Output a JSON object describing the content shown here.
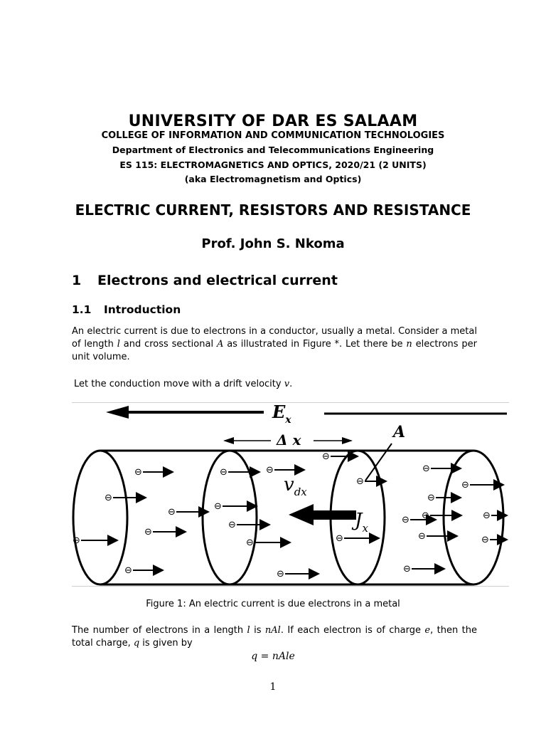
{
  "header": {
    "university": "UNIVERSITY OF DAR ES SALAAM",
    "college": "COLLEGE OF INFORMATION AND COMMUNICATION TECHNOLOGIES",
    "department": "Department of Electronics and Telecommunications Engineering",
    "course": "ES 115: ELECTROMAGNETICS AND OPTICS, 2020/21 (2 UNITS)",
    "aka": "(aka Electromagnetism and Optics)"
  },
  "title": "ELECTRIC CURRENT, RESISTORS AND RESISTANCE",
  "author": "Prof.  John S. Nkoma",
  "section": {
    "number": "1",
    "title": "Electrons and electrical current"
  },
  "subsection": {
    "number": "1.1",
    "title": "Introduction"
  },
  "paragraphs": {
    "intro_a": "An electric current is due to electrons in a conductor, usually a metal.  Consider a metal of length ",
    "intro_l": "l",
    "intro_b": " and cross sectional ",
    "intro_A": "A",
    "intro_c": " as illustrated in Figure *.  Let there be ",
    "intro_n": "n",
    "intro_d": " electrons per unit volume.",
    "drift_a": "Let the conduction move with a drift velocity ",
    "drift_v": "v",
    "drift_b": ".",
    "charge_a": "The number of electrons in a length ",
    "charge_l": "l",
    "charge_b": " is ",
    "charge_nAl": "nAl",
    "charge_c": ".  If each electron is of charge ",
    "charge_e": "e",
    "charge_d": ", then the total charge, ",
    "charge_q": "q",
    "charge_e2": " is given by"
  },
  "figure": {
    "label_field": "E",
    "label_field_sub": "x",
    "label_delta": "Δ x",
    "label_area": "A",
    "label_velocity": "v",
    "label_velocity_sub": "dx",
    "label_current": "J",
    "label_current_sub": "x",
    "electron_symbol": "⊖",
    "caption": "Figure 1:  An electric current is due electrons in a metal"
  },
  "equation": "q = nAle",
  "page_number": "1"
}
